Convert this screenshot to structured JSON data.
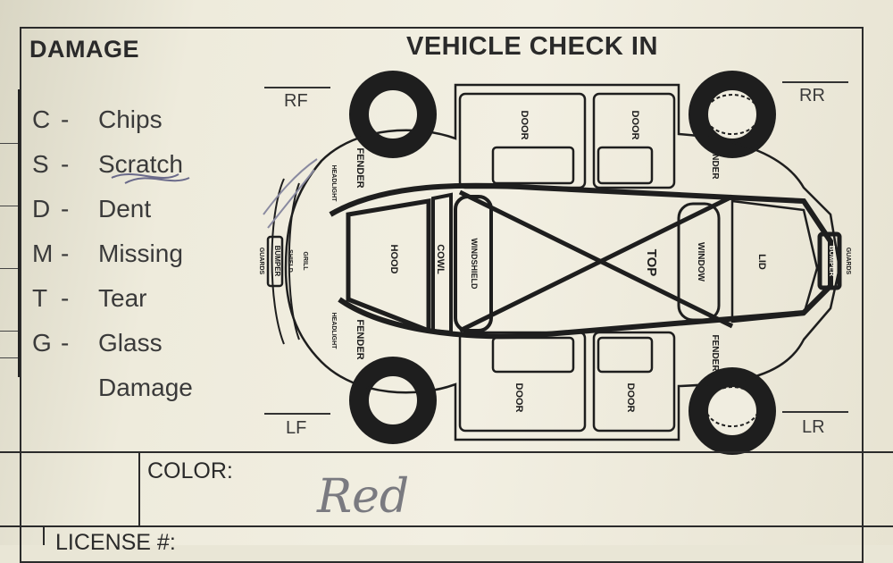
{
  "form": {
    "damage_title": "DAMAGE",
    "title": "VEHICLE CHECK IN"
  },
  "legend": [
    {
      "code": "C",
      "label": "Chips"
    },
    {
      "code": "S",
      "label": "Scratch"
    },
    {
      "code": "D",
      "label": "Dent"
    },
    {
      "code": "M",
      "label": "Missing"
    },
    {
      "code": "T",
      "label": "Tear"
    },
    {
      "code": "G",
      "label": "Glass"
    },
    {
      "code": "",
      "label": "Damage"
    }
  ],
  "corners": {
    "rf": "RF",
    "rr": "RR",
    "lf": "LF",
    "lr": "LR"
  },
  "diagram_labels": {
    "door": "DOOR",
    "fender": "FENDER",
    "headlight": "HEADLIGHT",
    "hood": "HOOD",
    "cowl": "COWL",
    "windshield": "WINDSHIELD",
    "top": "TOP",
    "window": "WINDOW",
    "lid": "LID",
    "bumper": "BUMPER",
    "guards": "GUARDS",
    "shield": "SHIELD",
    "grill": "GRILL"
  },
  "fields": {
    "color_label": "COLOR:",
    "color_value": "Red",
    "license_label": "LICENSE #:"
  }
}
